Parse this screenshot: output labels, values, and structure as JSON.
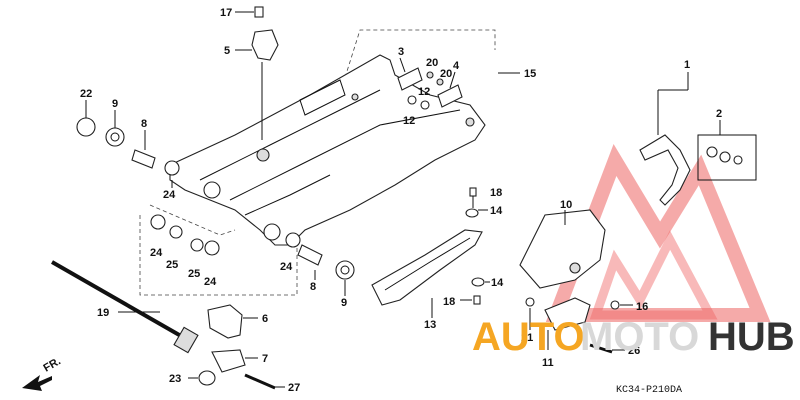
{
  "diagram_code": "KC34-P210DA",
  "watermark": {
    "text_a": "AUTO",
    "text_b": "MOTO",
    "text_c": "HUB",
    "color_a": "#f5a623",
    "color_b": "#d8d8d8",
    "color_c": "#333333",
    "logo_color": "#e8312f"
  },
  "labels": {
    "l17": "17",
    "l5": "5",
    "l3": "3",
    "l20a": "20",
    "l20b": "20",
    "l4": "4",
    "l12a": "12",
    "l12b": "12",
    "l15": "15",
    "l1": "1",
    "l2": "2",
    "l22": "22",
    "l9a": "9",
    "l8a": "8",
    "l24a": "24",
    "l24b": "24",
    "l25a": "25",
    "l25b": "25",
    "l24c": "24",
    "l24d": "24",
    "l8b": "8",
    "l9b": "9",
    "l18a": "18",
    "l14a": "14",
    "l10": "10",
    "l14b": "14",
    "l18b": "18",
    "l16": "16",
    "l13": "13",
    "l21": "21",
    "l11": "11",
    "l26": "26",
    "l19": "19",
    "l6": "6",
    "l7": "7",
    "l23": "23",
    "l27": "27",
    "fr": "FR."
  }
}
